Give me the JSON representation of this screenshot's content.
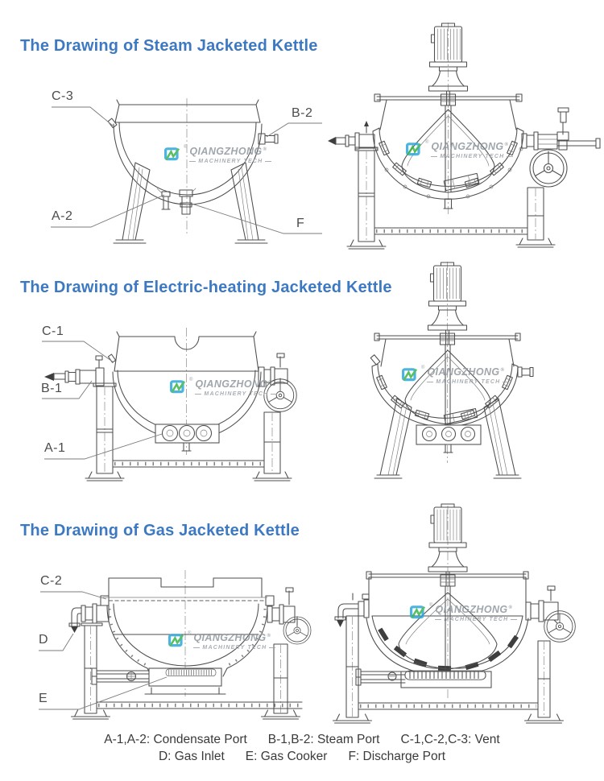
{
  "titles": {
    "s1": "The Drawing of Steam Jacketed Kettle",
    "s2": "The Drawing of Electric-heating Jacketed Kettle",
    "s3": "The Drawing of Gas Jacketed Kettle"
  },
  "title_color": "#3d79c2",
  "brand": {
    "name": "QIANGZHONG",
    "sub": "MACHINERY TECH",
    "reg": "®",
    "logo_blue": "#2ea7dc",
    "logo_green": "#3cb54a"
  },
  "callouts": {
    "s1": [
      "C-3",
      "B-2",
      "A-2",
      "F"
    ],
    "s2": [
      "C-1",
      "B-1",
      "A-1"
    ],
    "s3": [
      "C-2",
      "D",
      "E"
    ]
  },
  "legend": {
    "row1": [
      "A-1,A-2: Condensate Port",
      "B-1,B-2: Steam Port",
      "C-1,C-2,C-3: Vent"
    ],
    "row2": [
      "D: Gas Inlet",
      "E: Gas Cooker",
      "F: Discharge Port"
    ]
  }
}
